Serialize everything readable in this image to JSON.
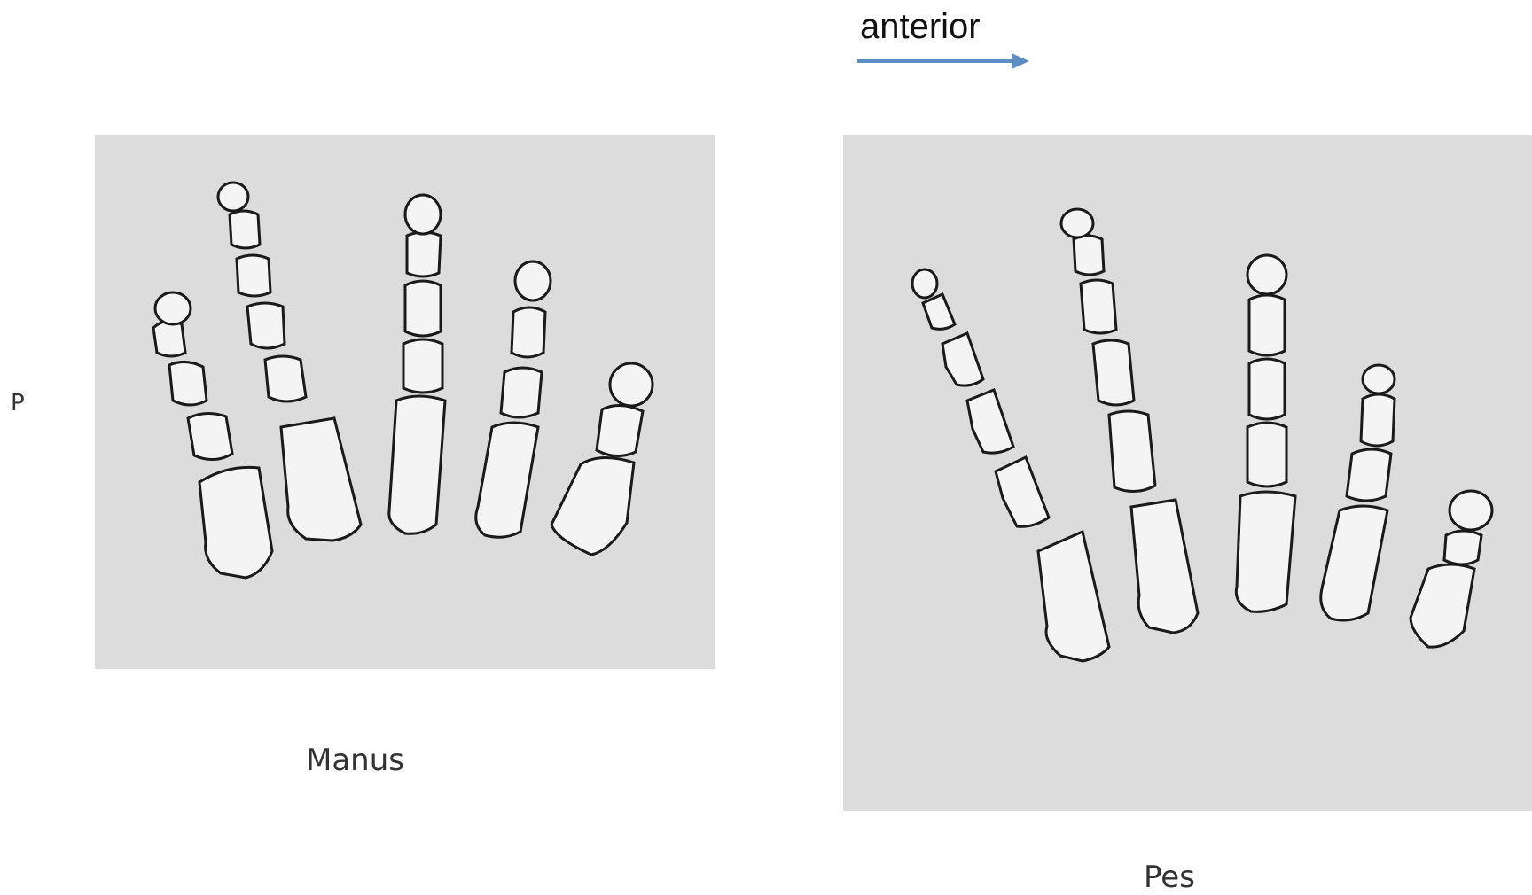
{
  "direction_label": "anterior",
  "side_label": "P",
  "captions": {
    "manus": "Manus",
    "pes": "Pes"
  },
  "colors": {
    "arrow": "#5b8ec4",
    "panel_background": "#dcdcdc",
    "bone_outline": "#1a1a1a"
  }
}
